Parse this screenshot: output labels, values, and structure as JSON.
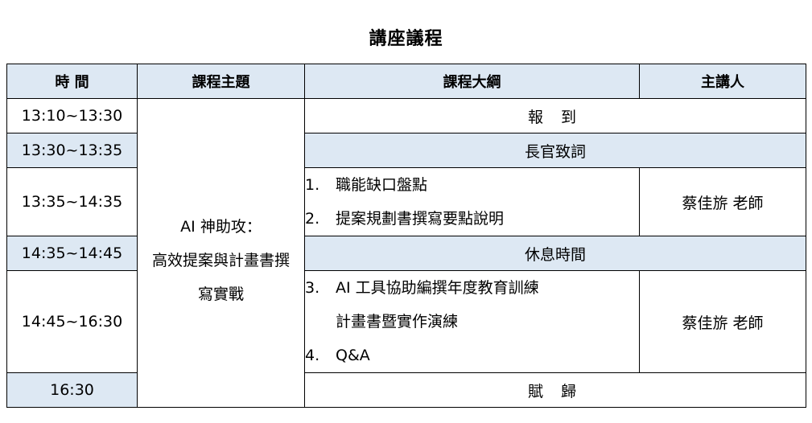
{
  "title": "講座議程",
  "headers": {
    "time": "時 間",
    "topic": "課程主題",
    "outline": "課程大綱",
    "speaker": "主講人"
  },
  "topic": {
    "line1": "AI 神助攻：",
    "line2": "高效提案與計畫書撰",
    "line3": "寫實戰"
  },
  "rows": [
    {
      "time": "13:10~13:30",
      "text": "報 到"
    },
    {
      "time": "13:30~13:35",
      "text": "長官致詞"
    },
    {
      "time": "13:35~14:35",
      "items": [
        {
          "num": "1.",
          "text": "職能缺口盤點"
        },
        {
          "num": "2.",
          "text": "提案規劃書撰寫要點說明"
        }
      ],
      "speaker": "蔡佳旂 老師"
    },
    {
      "time": "14:35~14:45",
      "text": "休息時間"
    },
    {
      "time": "14:45~16:30",
      "items": [
        {
          "num": "3.",
          "text": "AI 工具協助編撰年度教育訓練"
        },
        {
          "num": "",
          "text": "計畫書暨實作演練"
        },
        {
          "num": "4.",
          "text": "Q&A"
        }
      ],
      "speaker": "蔡佳旂 老師"
    },
    {
      "time": "16:30",
      "text": "賦 歸"
    }
  ]
}
